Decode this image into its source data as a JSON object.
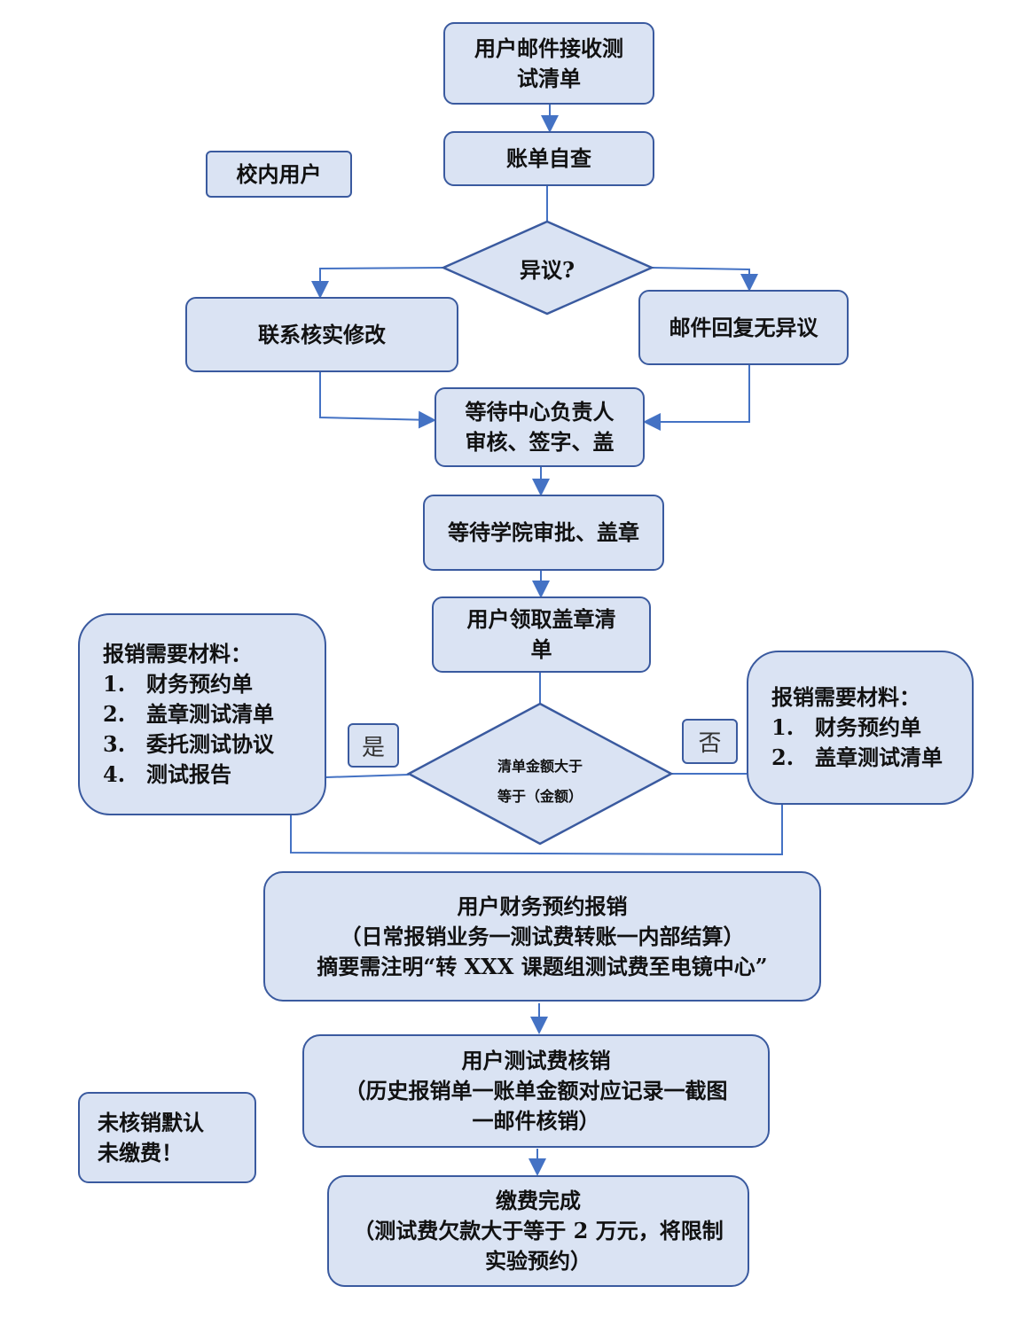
{
  "colors": {
    "fill": "#dae3f3",
    "stroke": "#3a5a9f",
    "arrow": "#4472c4"
  },
  "nodes": {
    "receive_list": [
      "用户邮件接收测",
      "试清单"
    ],
    "self_check": "账单自查",
    "campus_user": "校内用户",
    "dispute": "异议?",
    "contact_fix": "联系核实修改",
    "reply_no_dispute": "邮件回复无异议",
    "await_center": [
      "等待中心负责人",
      "审核、签字、盖"
    ],
    "await_college": "等待学院审批、盖章",
    "collect_list": [
      "用户领取盖章清",
      "单"
    ],
    "amount_check": [
      "清单金额大于",
      "等于（金额）"
    ],
    "yes": "是",
    "no": "否",
    "materials_full": {
      "title": "报销需要材料：",
      "items": [
        "1.　财务预约单",
        "2.　盖章测试清单",
        "3.　委托测试协议",
        "4.　测试报告"
      ]
    },
    "materials_short": {
      "title": "报销需要材料：",
      "items": [
        "1.　财务预约单",
        "2.　盖章测试清单"
      ]
    },
    "finance_booking": [
      "用户财务预约报销",
      "（日常报销业务一测试费转账一内部结算）",
      "摘要需注明“转 XXX 课题组测试费至电镜中心”"
    ],
    "write_off": [
      "用户测试费核销",
      "（历史报销单一账单金额对应记录一截图",
      "一邮件核销）"
    ],
    "unpaid_note": [
      "未核销默认",
      "未缴费！"
    ],
    "payment_done": [
      "缴费完成",
      "（测试费欠款大于等于 2 万元，将限制",
      "实验预约）"
    ]
  }
}
